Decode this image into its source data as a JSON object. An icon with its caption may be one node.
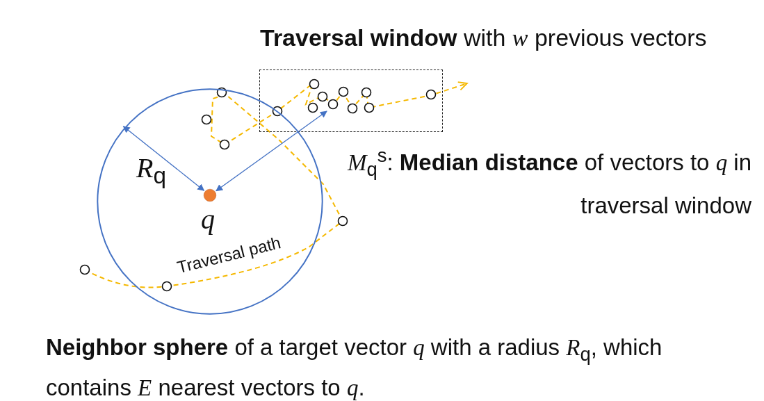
{
  "diagram": {
    "caption": "**Neighbor sphere** of a target vector *q* with a radius *R*$_{q}$, which contains *E* nearest vectors to *q*.",
    "nodes": [
      {
        "text": [
          "**Traversal window** with *w* previous vectors"
        ]
      },
      {
        "text": [],
        "shape": "circle"
      },
      {
        "text": [],
        "shape": "circle",
        "in": 1,
        "beside": [
          "*q*"
        ]
      }
    ],
    "edges": [
      {
        "from": 1,
        "to": 2,
        "arrow": "both"
      },
      {
        "from": 0,
        "to": 2,
        "arrow": "both"
      }
    ],
    "labels": [
      "*R*$_{q}$",
      "*M*$_{q}$$^{s}$: **Median distance** of vectors to *q* in traversal window",
      "Traversal path"
    ]
  }
}
